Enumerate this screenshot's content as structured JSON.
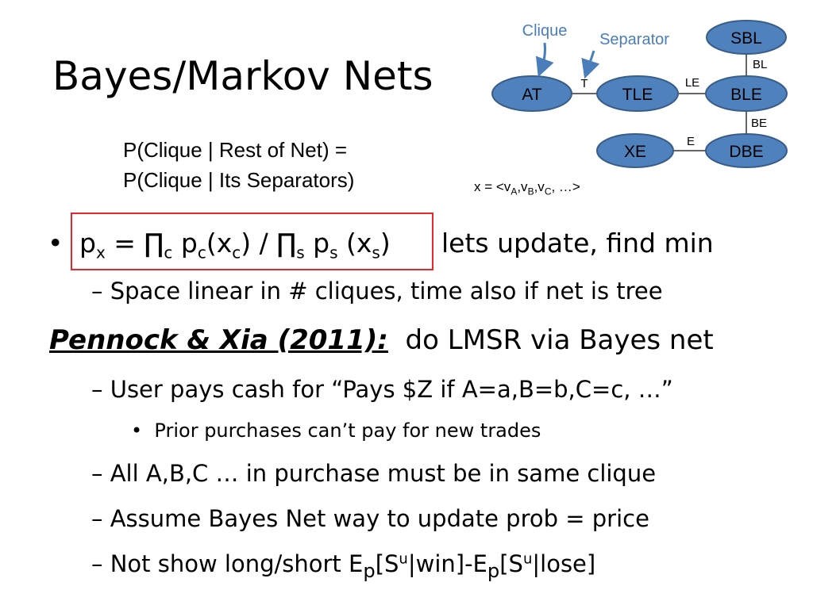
{
  "title": "Bayes/Markov Nets",
  "subtitle": {
    "line1": "P(Clique | Rest of Net) =",
    "line2": "P(Clique | Its Separators)"
  },
  "diagram": {
    "callouts": {
      "clique": "Clique",
      "separator": "Separator"
    },
    "nodes": [
      {
        "id": "at",
        "label": "AT"
      },
      {
        "id": "tle",
        "label": "TLE"
      },
      {
        "id": "ble",
        "label": "BLE"
      },
      {
        "id": "sbl",
        "label": "SBL"
      },
      {
        "id": "xe",
        "label": "XE"
      },
      {
        "id": "dbe",
        "label": "DBE"
      }
    ],
    "edges": [
      {
        "from": "at",
        "to": "tle",
        "label": "T"
      },
      {
        "from": "tle",
        "to": "ble",
        "label": "LE"
      },
      {
        "from": "sbl",
        "to": "ble",
        "label": "BL"
      },
      {
        "from": "ble",
        "to": "dbe",
        "label": "BE"
      },
      {
        "from": "xe",
        "to": "dbe",
        "label": "E"
      }
    ],
    "node_color": "#4f81bd",
    "arrow_color": "#4a7ebb"
  },
  "xvec": {
    "prefix": "x = <v",
    "s1": "A",
    "sep1": ",v",
    "s2": "B",
    "sep2": ",v",
    "s3": "C",
    "suffix": ", …>"
  },
  "bullet": {
    "marker": "•",
    "formula": {
      "p": "p",
      "x": "x",
      "eq": " = ∏",
      "c1": "c",
      "p2": " p",
      "c2": "c",
      "x2": "(x",
      "c3": "c",
      "div": ") / ∏",
      "s1": "s",
      "p3": " p",
      "s2": "s",
      "x3": " (x",
      "s3": "s",
      "close": ")"
    },
    "rest": "lets update, find min",
    "highlight_color": "#e8262b"
  },
  "lines": {
    "space": "– Space linear in # cliques, time also if net is tree",
    "heading_ref": "Pennock & Xia (2011):",
    "heading_rest": "do LMSR via Bayes net",
    "user_pays": "– User pays cash for “Pays $Z if A=a,B=b,C=c, …”",
    "prior_marker": "•",
    "prior": "Prior purchases can’t pay for new trades",
    "all_abc": "– All A,B,C … in purchase must be in same clique",
    "assume": "– Assume Bayes Net way to update prob = price",
    "not_show": {
      "pre": "– Not show long/short  E",
      "sub1": "p",
      "b1": "[S",
      "sup1": "u",
      "mid": "|win]-E",
      "sub2": "p",
      "b2": "[S",
      "sup2": "u",
      "end": "|lose]"
    }
  }
}
